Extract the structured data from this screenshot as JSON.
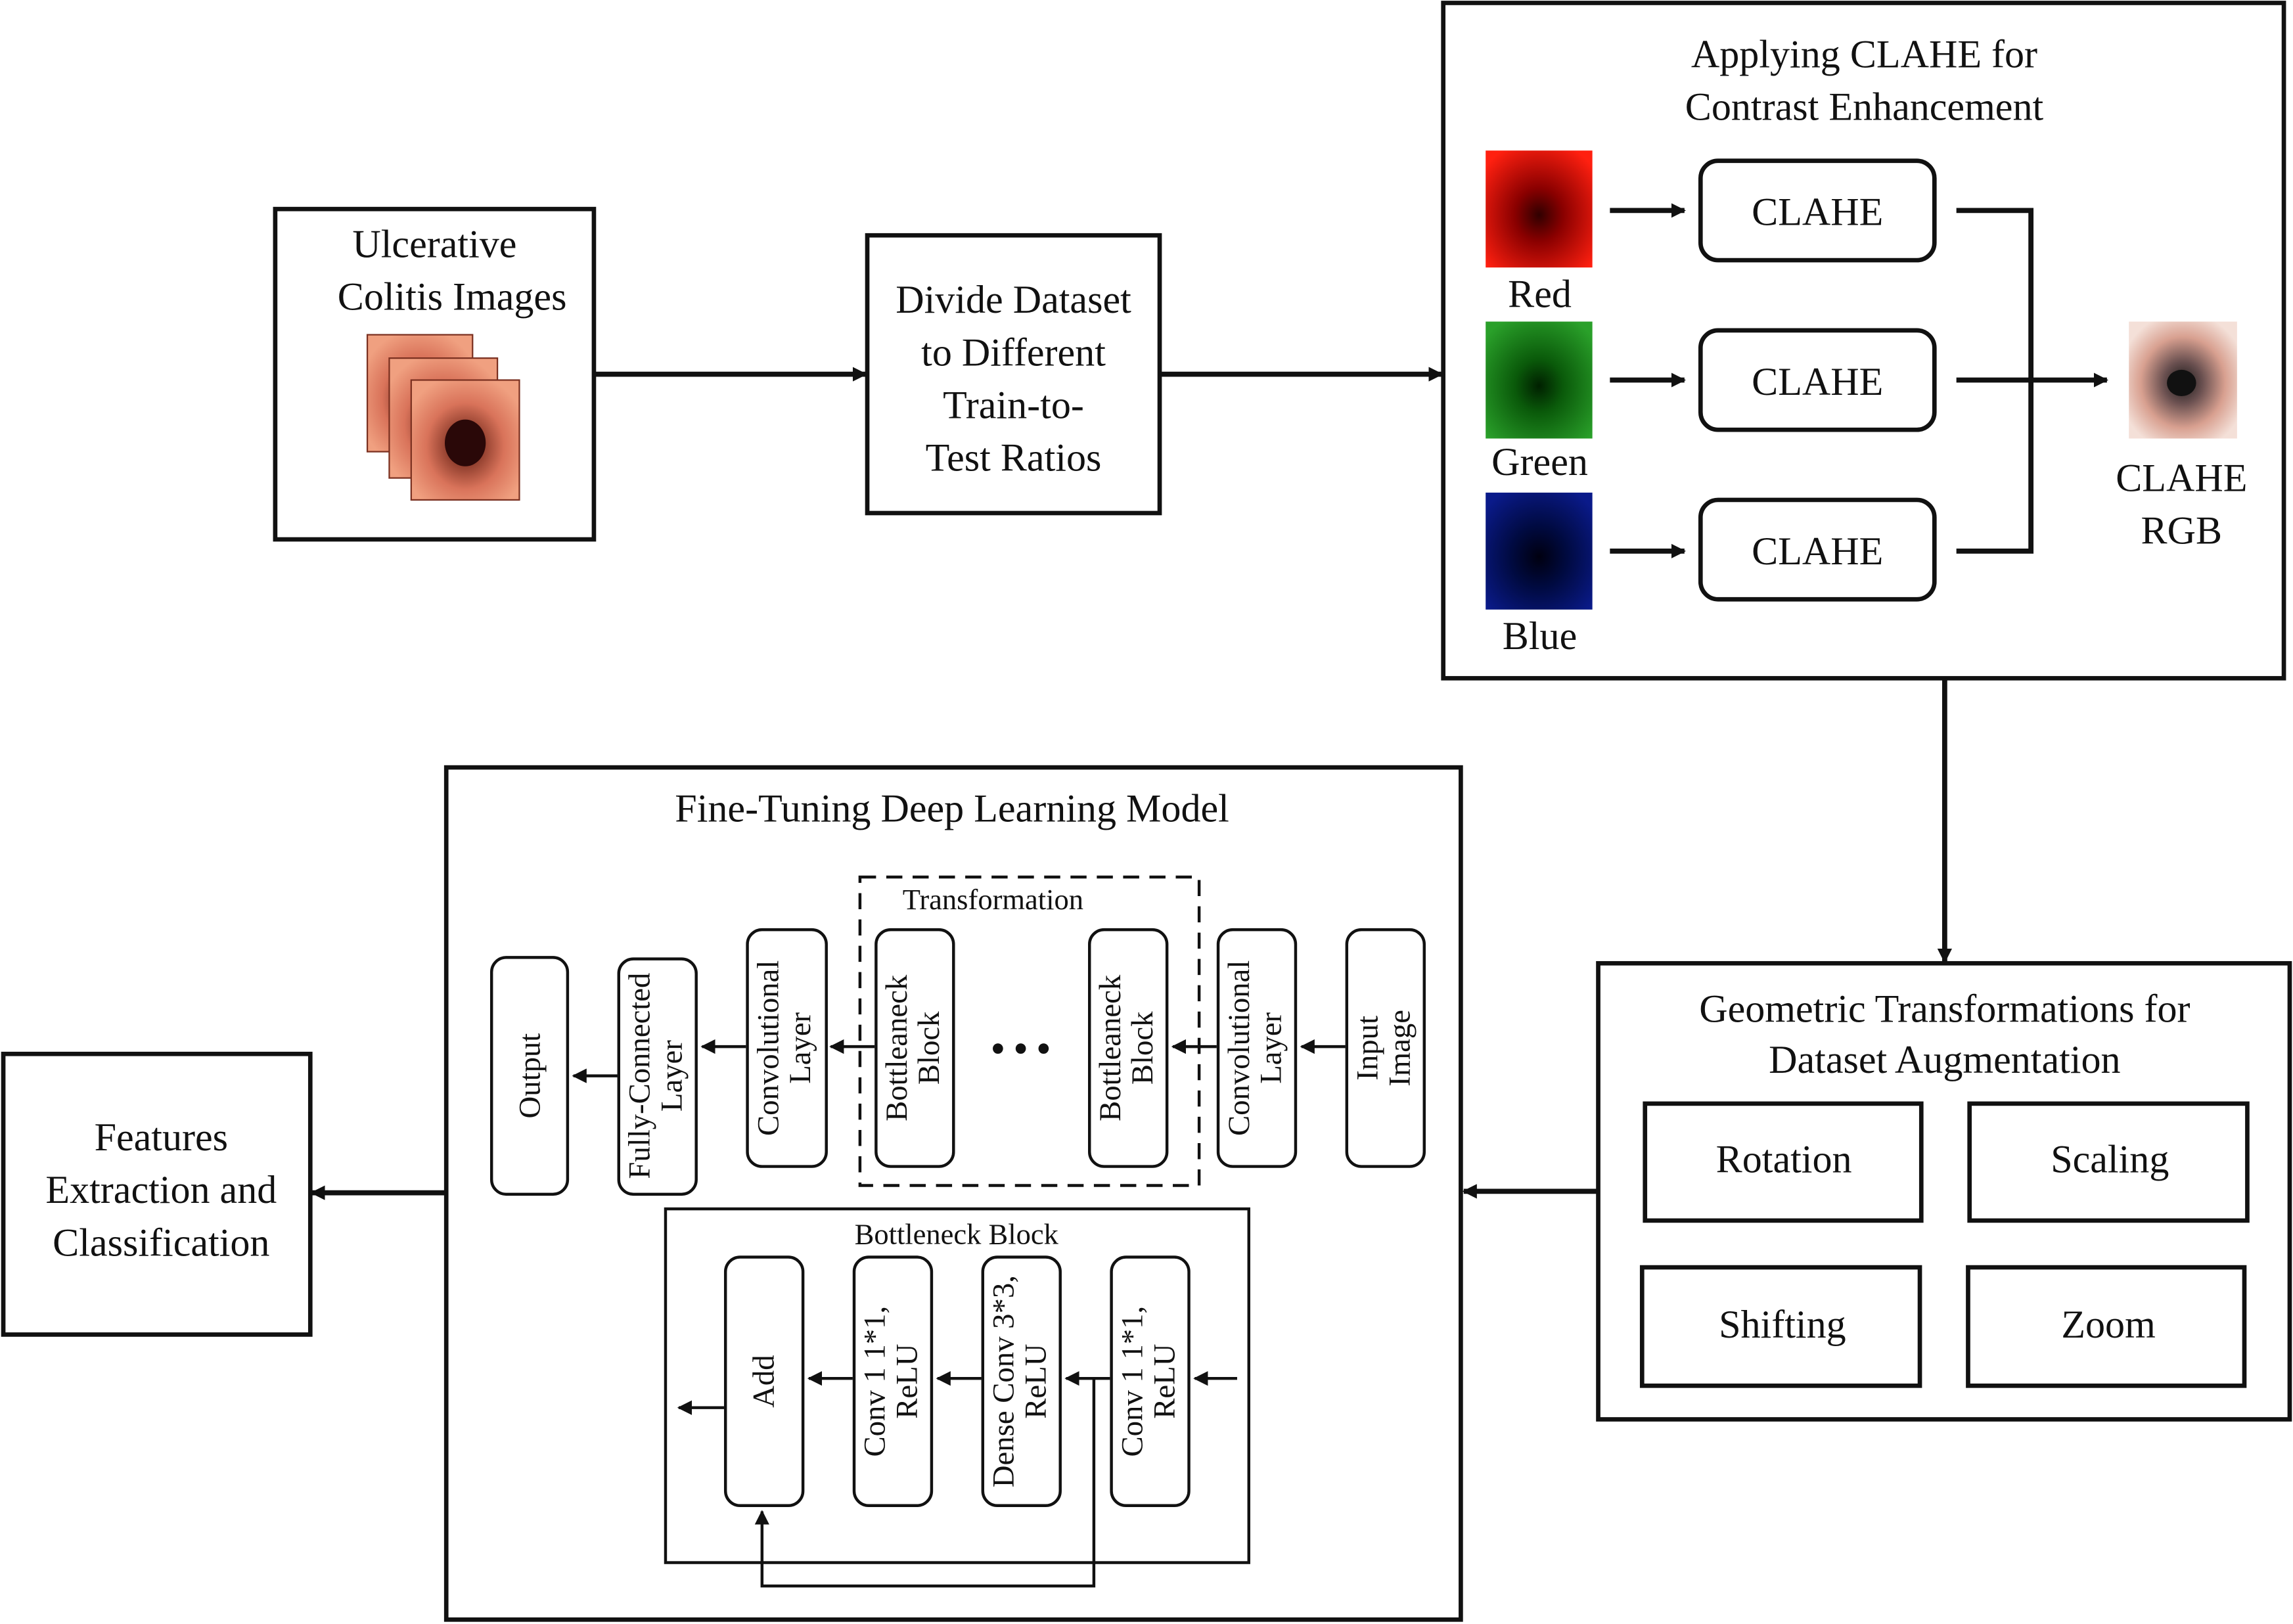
{
  "colors": {
    "line": "#111111",
    "red": "#d81010",
    "green": "#1a8a1a",
    "blue": "#0a1a8a",
    "tissue": "#d9735a"
  },
  "input": {
    "line1": "Ulcerative",
    "line2": "Colitis Images"
  },
  "divide": {
    "line1": "Divide Dataset",
    "line2": "to Different",
    "line3": "Train-to-",
    "line4": "Test Ratios"
  },
  "clahe": {
    "title1": "Applying CLAHE for",
    "title2": "Contrast Enhancement",
    "channels": [
      {
        "label": "Red",
        "box": "CLAHE"
      },
      {
        "label": "Green",
        "box": "CLAHE"
      },
      {
        "label": "Blue",
        "box": "CLAHE"
      }
    ],
    "out1": "CLAHE",
    "out2": "RGB"
  },
  "geo": {
    "title1": "Geometric Transformations for",
    "title2": "Dataset Augmentation",
    "items": [
      "Rotation",
      "Scaling",
      "Shifting",
      "Zoom"
    ]
  },
  "model": {
    "title": "Fine-Tuning Deep Learning Model",
    "transformation": "Transformation",
    "output": "Output",
    "fc1": "Fully-Connected",
    "fc2": "Layer",
    "conv1": "Convolutional",
    "conv2": "Layer",
    "bn1": "Bottleaneck",
    "bn2": "Block",
    "dots": "• • •",
    "in1": "Input",
    "in2": "Image",
    "bottleneck": {
      "title": "Bottleneck Block",
      "add": "Add",
      "c1a": "Conv 1 1*1,",
      "c1b": "ReLU",
      "dc1": "Dense Conv 3*3,",
      "dc2": "ReLU"
    }
  },
  "features": {
    "line1": "Features",
    "line2": "Extraction and",
    "line3": "Classification"
  }
}
